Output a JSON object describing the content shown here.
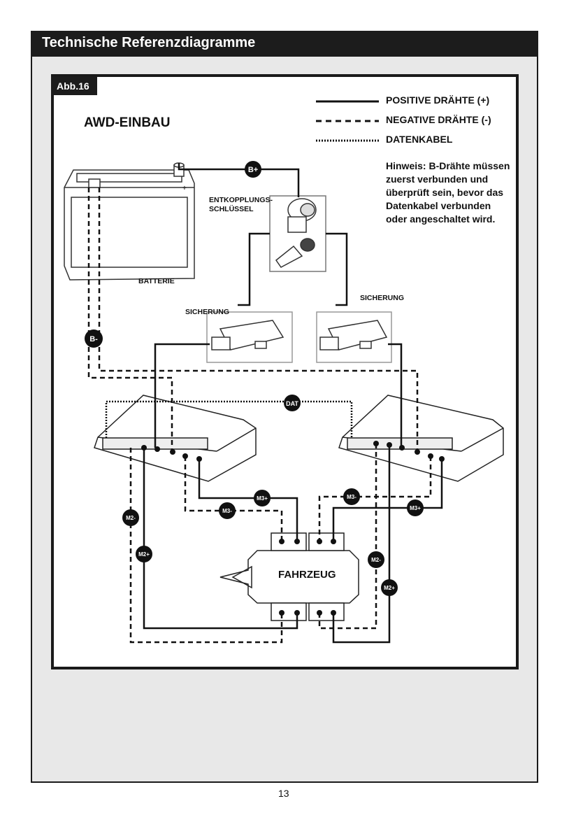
{
  "header": {
    "title": "Technische Referenzdiagramme"
  },
  "figure": {
    "label": "Abb.16",
    "title": "AWD-EINBAU",
    "legend": {
      "positive": "POSITIVE DRÄHTE (+)",
      "negative": "NEGATIVE DRÄHTE (-)",
      "data": "DATENKABEL"
    },
    "note": "Hinweis: B-Drähte müssen zuerst verbunden und überprüft sein, bevor das Datenkabel verbunden oder angeschaltet wird.",
    "labels": {
      "decoupling_key": "ENTKOPPLUNGS-\nSCHLÜSSEL",
      "battery": "BATTERIE",
      "fuse_left": "SICHERUNG",
      "fuse_right": "SICHERUNG",
      "vehicle": "FAHRZEUG"
    },
    "badges": {
      "b_plus": "B+",
      "b_minus": "B-",
      "dat": "DAT",
      "m3_plus_left": "M3+",
      "m3_minus_left": "M3-",
      "m3_minus_right": "M3-",
      "m3_plus_right": "M3+",
      "m2_minus_left": "M2-",
      "m2_plus_left": "M2+",
      "m2_minus_right": "M2-",
      "m2_plus_right": "M2+"
    },
    "battery_terminal_plus": "+"
  },
  "page_number": "13"
}
